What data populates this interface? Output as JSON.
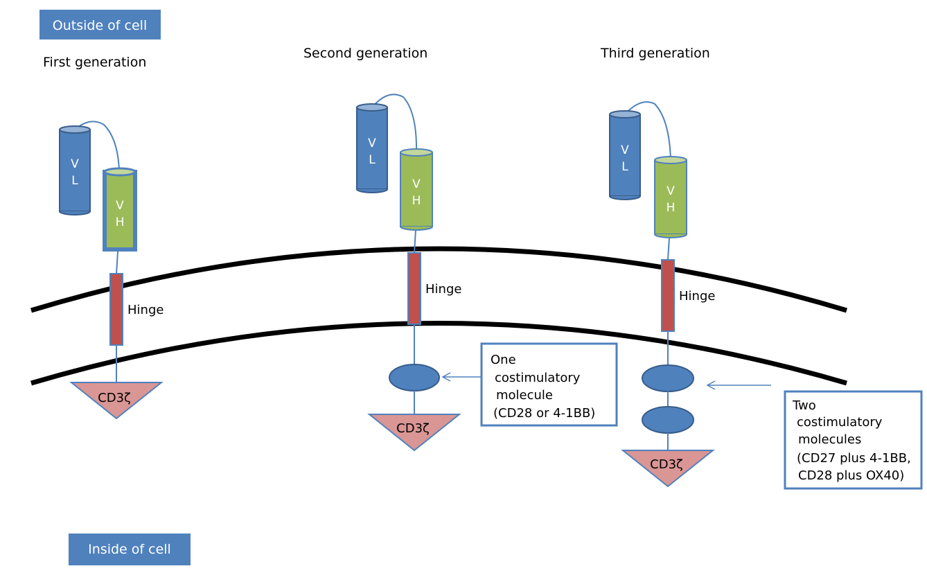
{
  "labels": {
    "outside": "Outside of cell",
    "inside": "Inside of cell"
  },
  "generations": [
    {
      "title": "First generation",
      "vl_line1": "V",
      "vl_line2": "L",
      "vh_line1": "V",
      "vh_line2": "H",
      "hinge": "Hinge",
      "cd3": "CD3ζ"
    },
    {
      "title": "Second generation",
      "vl_line1": "V",
      "vl_line2": "L",
      "vh_line1": "V",
      "vh_line2": "H",
      "hinge": "Hinge",
      "cd3": "CD3ζ"
    },
    {
      "title": "Third generation",
      "vl_line1": "V",
      "vl_line2": "L",
      "vh_line1": "V",
      "vh_line2": "H",
      "hinge": "Hinge",
      "cd3": "CD3ζ"
    }
  ],
  "callouts": {
    "one": [
      "One",
      "costimulatory",
      "molecule",
      "(CD28 or 4-1BB)"
    ],
    "two": [
      "Two",
      "costimulatory",
      "molecules",
      "(CD27 plus 4-1BB,",
      "CD28 plus OX40)"
    ]
  },
  "colors": {
    "vl": "#4f81bd",
    "vh": "#9bbb59",
    "hinge": "#c0504d",
    "cd3": "#d99694",
    "costim": "#4f81bd",
    "tag": "#4f81bd",
    "membrane": "#000000",
    "box_border": "#4f81bd"
  }
}
